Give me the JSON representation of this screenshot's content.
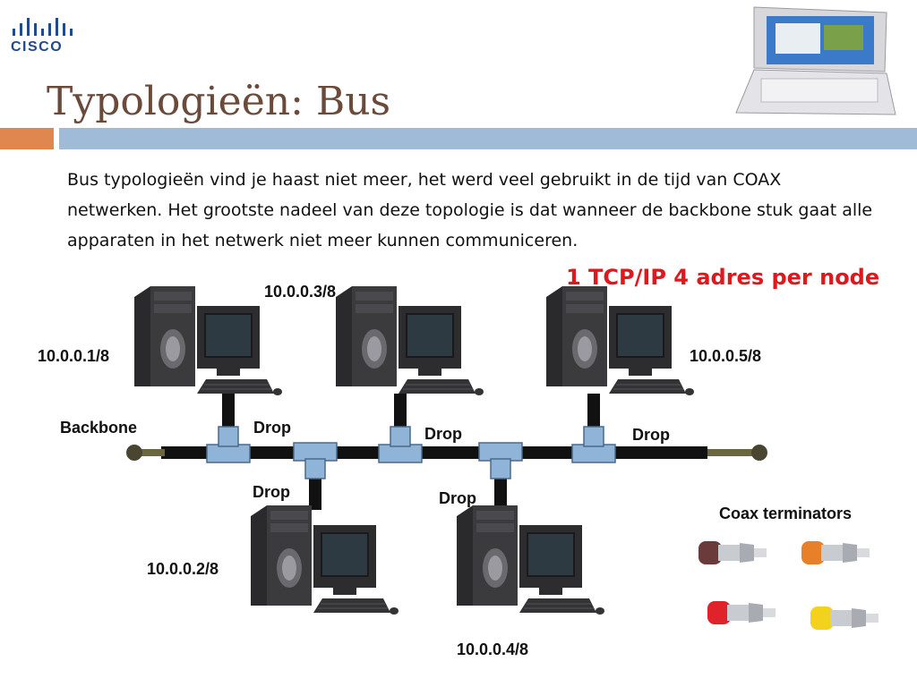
{
  "logo": {
    "text": "CISCO"
  },
  "slide": {
    "title": "Typologieën: Bus",
    "body": "Bus typologieën vind je haast niet meer, het werd veel gebruikt in de tijd van COAX netwerken. Het grootste nadeel van deze topologie is dat wanneer de backbone stuk gaat alle apparaten in het netwerk niet meer kunnen communiceren.",
    "note": "1 TCP/IP 4 adres per node"
  },
  "diagram": {
    "nodes": [
      "10.0.0.1/8",
      "10.0.0.2/8",
      "10.0.0.3/8",
      "10.0.0.4/8",
      "10.0.0.5/8"
    ],
    "backbone_label": "Backbone",
    "drop_label": "Drop",
    "terminators_label": "Coax terminators",
    "terminator_colors": [
      "#6b3a3a",
      "#e8802a",
      "#e0232a",
      "#f2d21c"
    ]
  },
  "colors": {
    "title": "#6b4a3a",
    "accent_orange": "#e0874f",
    "accent_blue": "#9fbbd8",
    "note_red": "#e0171c",
    "connector": "#8fb4d8"
  }
}
